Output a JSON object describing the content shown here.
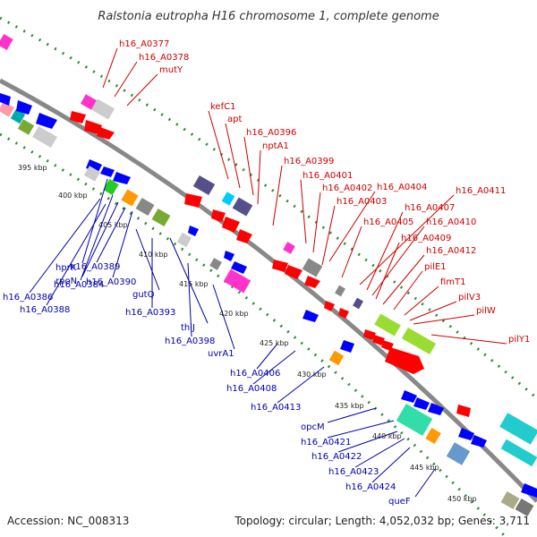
{
  "title": "Ralstonia eutropha H16 chromosome 1, complete genome",
  "footer": {
    "accession": "Accession: NC_008313",
    "summary": "Topology: circular; Length: 4,052,032 bp; Genes: 3,711"
  },
  "ticks": [
    "395 kbp",
    "400 kbp",
    "405 kbp",
    "410 kbp",
    "415 kbp",
    "420 kbp",
    "425 kbp",
    "430 kbp",
    "435 kbp",
    "440 kbp",
    "445 kbp",
    "450 kbp"
  ],
  "plus_labels": [
    "h16_A0377",
    "h16_A0378",
    "mutY",
    "kefC1",
    "apt",
    "h16_A0396",
    "nptA1",
    "h16_A0399",
    "h16_A0401",
    "h16_A0402",
    "h16_A0404",
    "h16_A0403",
    "h16_A0411",
    "h16_A0407",
    "h16_A0405",
    "h16_A0410",
    "h16_A0409",
    "h16_A0412",
    "pilE1",
    "fimT1",
    "pilV3",
    "pilW",
    "pilY1"
  ],
  "minus_labels": [
    "hprK",
    "h16_A0384",
    "rpoN",
    "h16_A0389",
    "h16_A0386",
    "h16_A0390",
    "h16_A0388",
    "gutQ",
    "h16_A0393",
    "thiJ",
    "h16_A0398",
    "uvrA1",
    "h16_A0406",
    "h16_A0408",
    "h16_A0413",
    "opcM",
    "h16_A0421",
    "h16_A0422",
    "h16_A0423",
    "h16_A0424",
    "queF"
  ],
  "colors": {
    "backbone": "#888888",
    "dots": "#2e8b2e",
    "plus_strand_label": "#cc0000",
    "minus_strand_label": "#0000aa",
    "forward_feature": "#ff0000",
    "reverse_feature": "#0000ff"
  }
}
